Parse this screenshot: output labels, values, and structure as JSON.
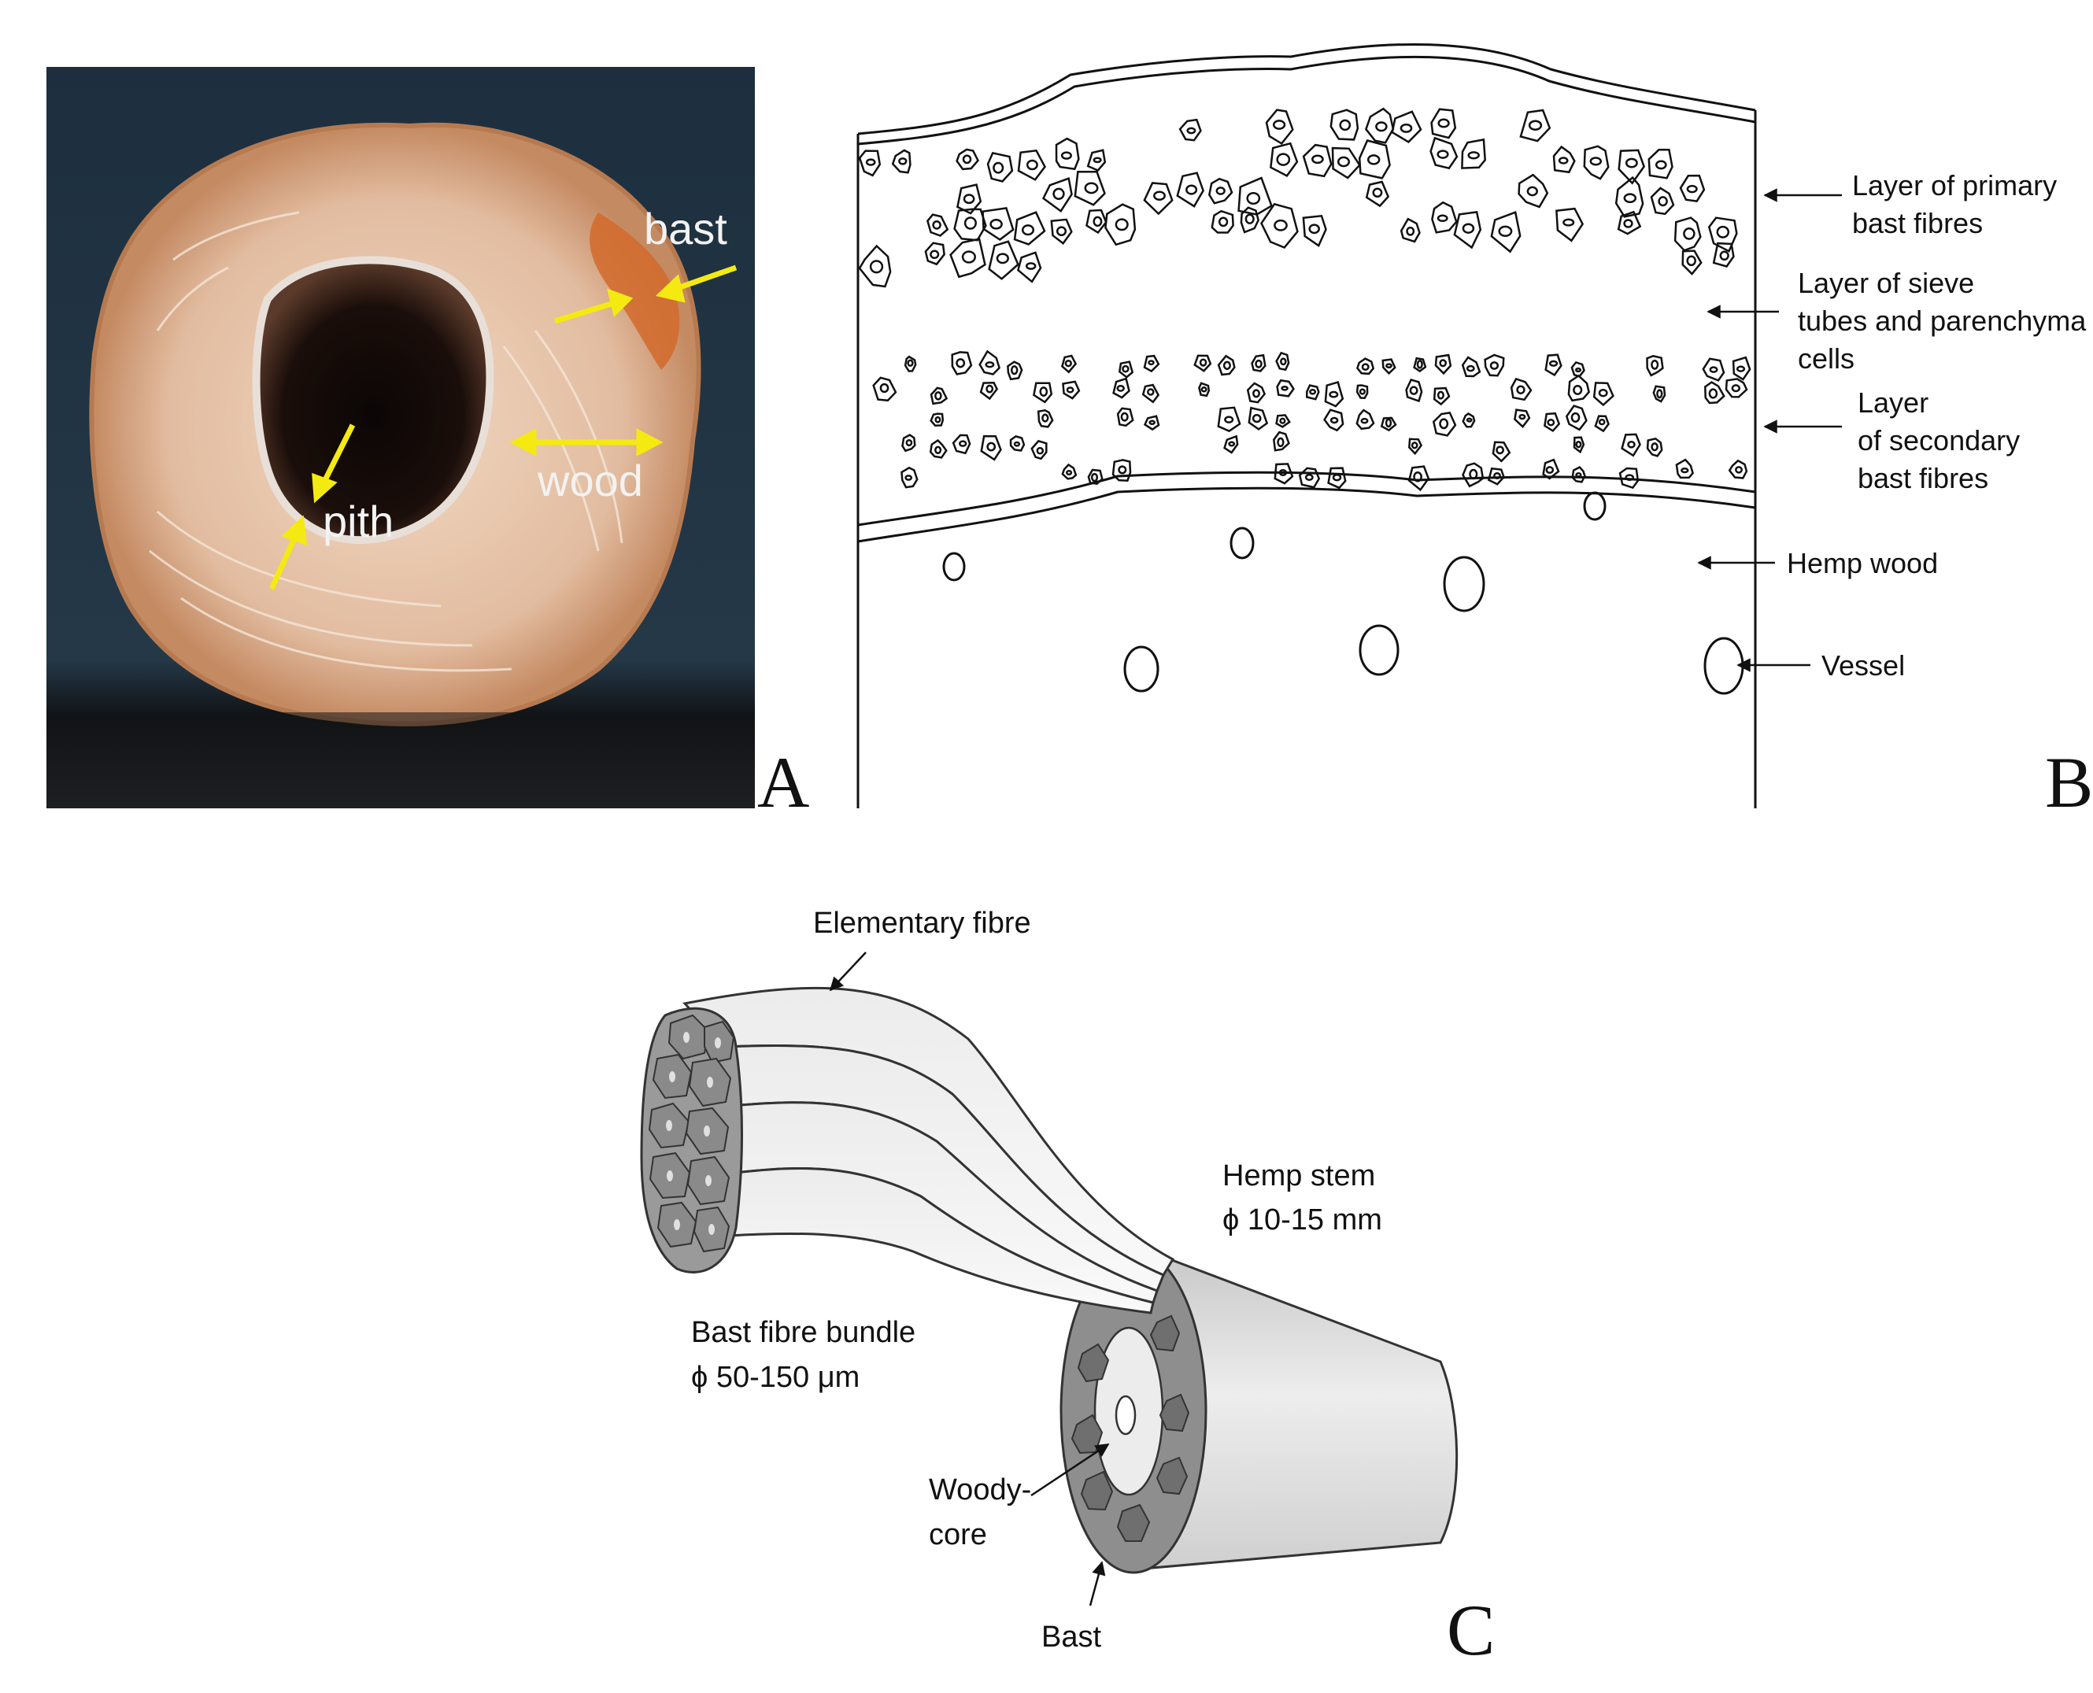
{
  "panels": {
    "a": {
      "letter": "A",
      "labels": {
        "bast": "bast",
        "wood": "wood",
        "pith": "pith"
      },
      "arrow_color": "#f4ea12",
      "text_color": "#f2f2f2"
    },
    "b": {
      "letter": "B",
      "labels": {
        "primary_l1": "Layer of primary",
        "primary_l2": "bast fibres",
        "sieve_l1": "Layer of sieve",
        "sieve_l2": "tubes and parenchyma",
        "sieve_l3": "cells",
        "secondary_l1": "Layer",
        "secondary_l2": "of secondary",
        "secondary_l3": "bast fibres",
        "hemp_wood": "Hemp wood",
        "vessel": "Vessel"
      }
    },
    "c": {
      "letter": "C",
      "labels": {
        "elementary_fibre": "Elementary fibre",
        "hemp_stem": "Hemp stem",
        "hemp_stem_diameter": "ϕ 10-15 mm",
        "bast_bundle": "Bast fibre bundle",
        "bast_bundle_diameter": "ϕ 50-150 μm",
        "woody_core_l1": "Woody-",
        "woody_core_l2": "core",
        "bast": "Bast"
      }
    }
  }
}
